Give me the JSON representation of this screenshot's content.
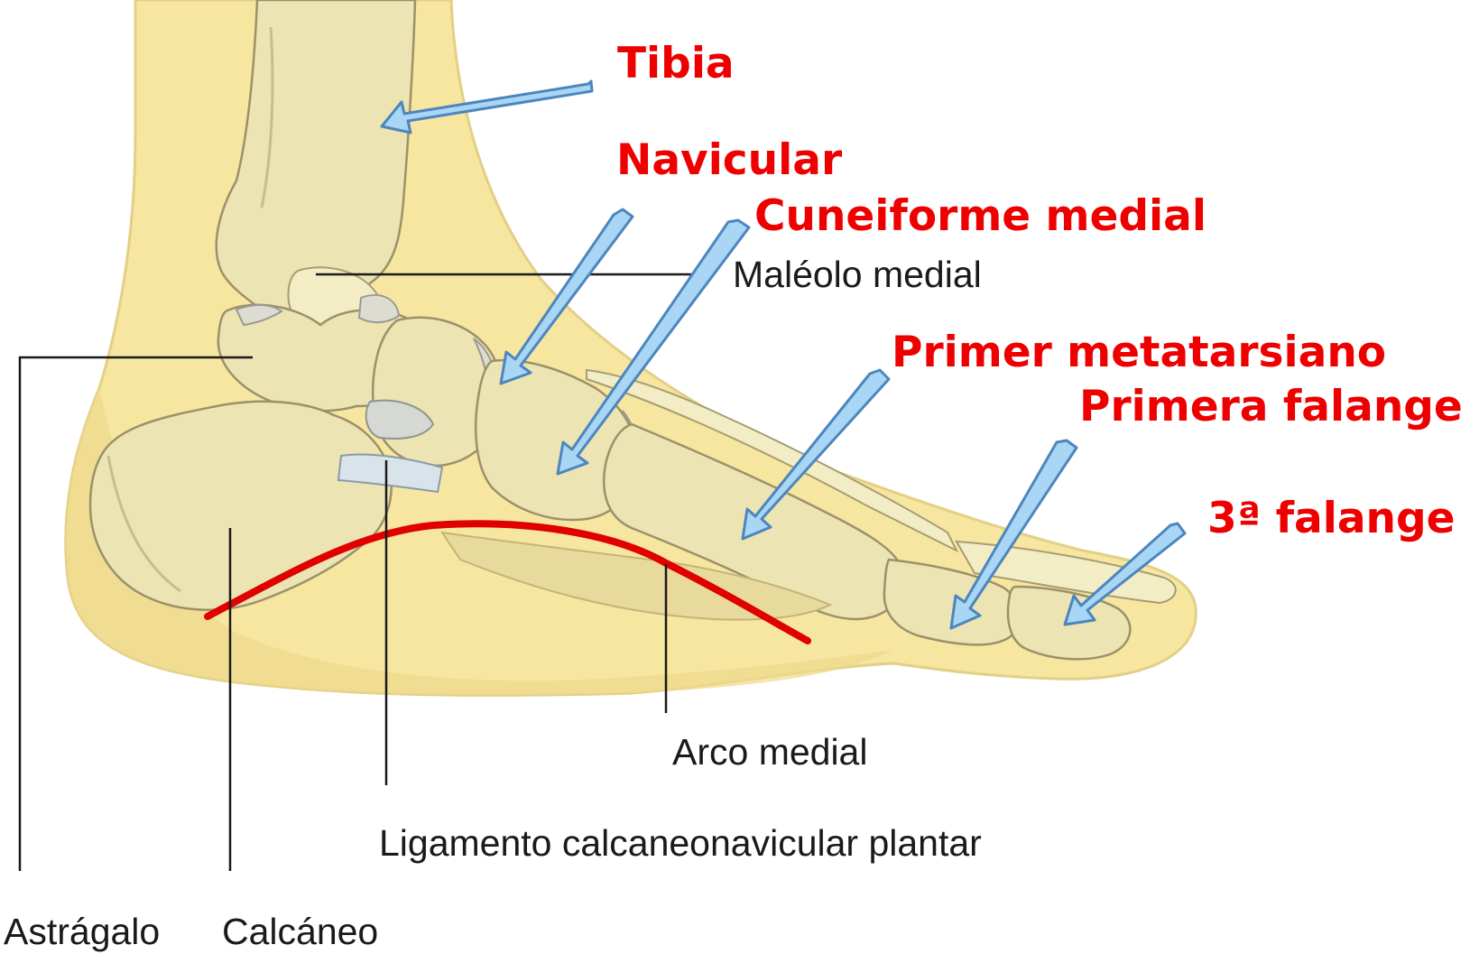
{
  "labels": {
    "tibia": "Tibia",
    "navicular": "Navicular",
    "cuneiforme_medial": "Cuneiforme medial",
    "maleolo_medial": "Maléolo medial",
    "primer_metatarsiano": "Primer metatarsiano",
    "primera_falange": "Primera falange",
    "tercera_falange": "3ª falange",
    "arco_medial": "Arco medial",
    "ligamento": "Ligamento calcaneonavicular plantar",
    "astragalo": "Astrágalo",
    "calcaneo": "Calcáneo"
  },
  "colors": {
    "skin": "#f6e6a0",
    "bone": "#ece4b3",
    "annotation_red": "#ee0000",
    "arrow_blue": "#a9d6f5",
    "arrow_outline": "#4d86bd",
    "arch_line": "#e00000"
  }
}
